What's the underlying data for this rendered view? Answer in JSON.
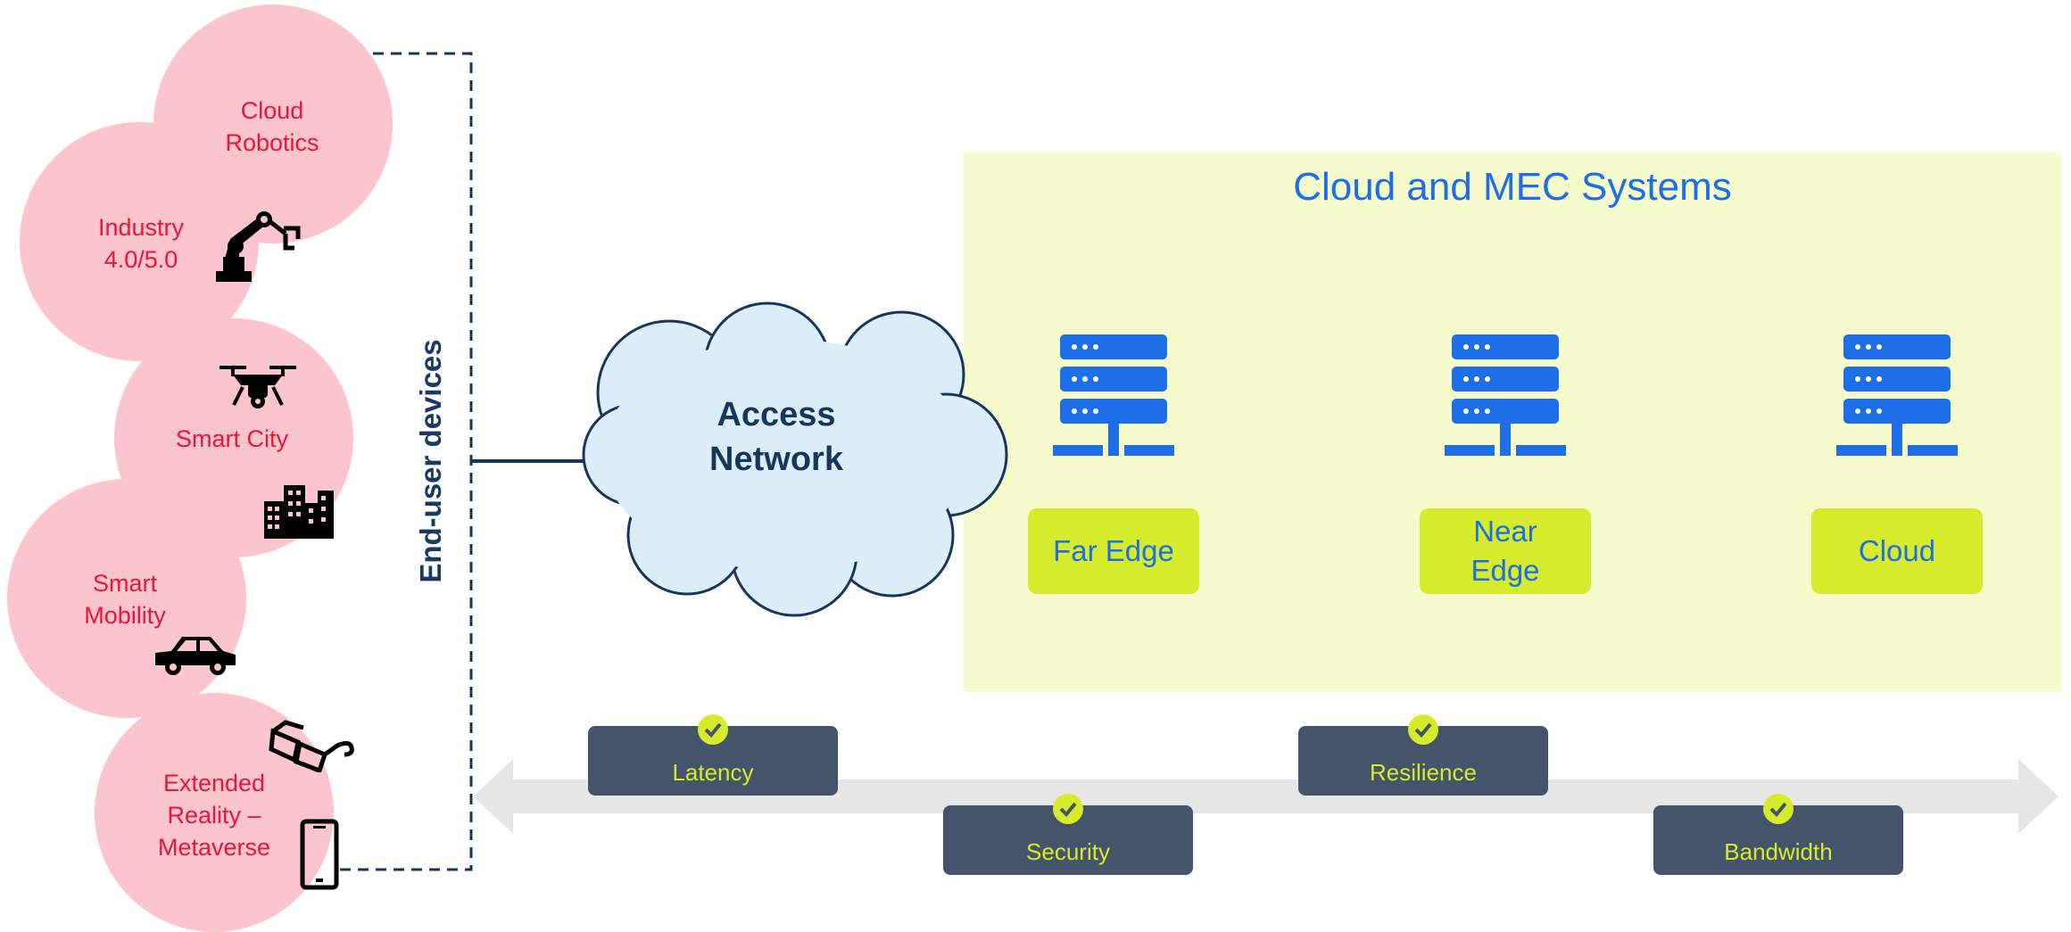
{
  "use_cases": [
    {
      "label": "Cloud Robotics"
    },
    {
      "label": "Industry 4.0/5.0"
    },
    {
      "label": "Smart City"
    },
    {
      "label": "Smart Mobility"
    },
    {
      "label": "Extended Reality – Metaverse"
    }
  ],
  "end_user_devices": "End-user devices",
  "access_network": "Access Network",
  "mec": {
    "title": "Cloud and MEC Systems",
    "tiers": [
      {
        "label": "Far Edge"
      },
      {
        "label": "Near Edge"
      },
      {
        "label": "Cloud"
      }
    ]
  },
  "requirements": [
    {
      "label": "Latency"
    },
    {
      "label": "Security"
    },
    {
      "label": "Resilience"
    },
    {
      "label": "Bandwidth"
    }
  ],
  "colors": {
    "use_case_fill": "#fcc4cc",
    "use_case_text": "#e8153c",
    "dark_navy": "#17365d",
    "cloud_fill": "#ddeefb",
    "mec_panel": "#f5fbcb",
    "accent_lime": "#d6eb2c",
    "server_blue": "#1e6ee8",
    "pill_slate": "#44546a",
    "arrow_gray": "#e6e6e6"
  },
  "icons": [
    "robot-arm-icon",
    "drone-icon",
    "buildings-icon",
    "car-icon",
    "vr-glasses-icon",
    "smartphone-icon",
    "server-icon",
    "check-icon"
  ]
}
